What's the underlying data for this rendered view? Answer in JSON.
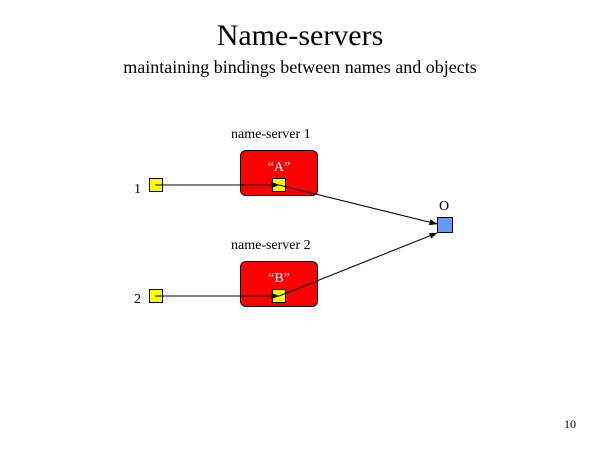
{
  "slide": {
    "title": "Name-servers",
    "subtitle": "maintaining bindings between names and objects",
    "page_number": "10"
  },
  "diagram": {
    "servers": [
      {
        "caption": "name-server 1",
        "entry_name": "“A”"
      },
      {
        "caption": "name-server 2",
        "entry_name": "“B”"
      }
    ],
    "names": [
      "1",
      "2"
    ],
    "object": {
      "label": "O"
    },
    "colors": {
      "server_fill": "#ff0000",
      "name_box_fill": "#ffff00",
      "object_fill": "#6699ff",
      "server_text": "#ffffff"
    }
  }
}
